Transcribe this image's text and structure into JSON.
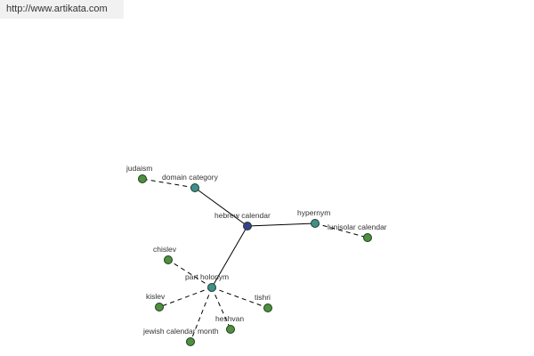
{
  "header": {
    "url": "http://www.artikata.com"
  },
  "colors": {
    "center": "#3b3f8f",
    "relation": "#3f8f8f",
    "leaf": "#4f8f3f"
  },
  "graph": {
    "nodes": [
      {
        "id": "hebrew-calendar",
        "label": "hebrew calendar",
        "kind": "center"
      },
      {
        "id": "domain-category",
        "label": "domain category",
        "kind": "relation"
      },
      {
        "id": "hypernym",
        "label": "hypernym",
        "kind": "relation"
      },
      {
        "id": "part-holonym",
        "label": "part holonym",
        "kind": "relation"
      },
      {
        "id": "judaism",
        "label": "judaism",
        "kind": "leaf"
      },
      {
        "id": "lunisolar-calendar",
        "label": "lunisolar calendar",
        "kind": "leaf"
      },
      {
        "id": "chislev",
        "label": "chislev",
        "kind": "leaf"
      },
      {
        "id": "kislev",
        "label": "kislev",
        "kind": "leaf"
      },
      {
        "id": "tishri",
        "label": "tishri",
        "kind": "leaf"
      },
      {
        "id": "heshvan",
        "label": "heshvan",
        "kind": "leaf"
      },
      {
        "id": "jewish-calendar-month",
        "label": "jewish calendar month",
        "kind": "leaf"
      }
    ],
    "edges": [
      {
        "from": "hebrew-calendar",
        "to": "domain-category",
        "style": "solid"
      },
      {
        "from": "hebrew-calendar",
        "to": "hypernym",
        "style": "solid"
      },
      {
        "from": "hebrew-calendar",
        "to": "part-holonym",
        "style": "solid"
      },
      {
        "from": "domain-category",
        "to": "judaism",
        "style": "dashed"
      },
      {
        "from": "hypernym",
        "to": "lunisolar-calendar",
        "style": "dashed"
      },
      {
        "from": "part-holonym",
        "to": "chislev",
        "style": "dashed"
      },
      {
        "from": "part-holonym",
        "to": "kislev",
        "style": "dashed"
      },
      {
        "from": "part-holonym",
        "to": "tishri",
        "style": "dashed"
      },
      {
        "from": "part-holonym",
        "to": "heshvan",
        "style": "dashed"
      },
      {
        "from": "part-holonym",
        "to": "jewish-calendar-month",
        "style": "dashed"
      }
    ]
  }
}
